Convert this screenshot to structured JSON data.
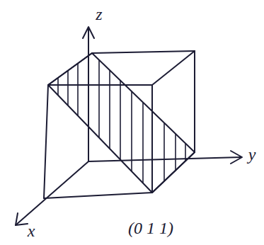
{
  "diagram": {
    "labels": [
      "z",
      "y",
      "x",
      "(0 1 1)"
    ]
  }
}
